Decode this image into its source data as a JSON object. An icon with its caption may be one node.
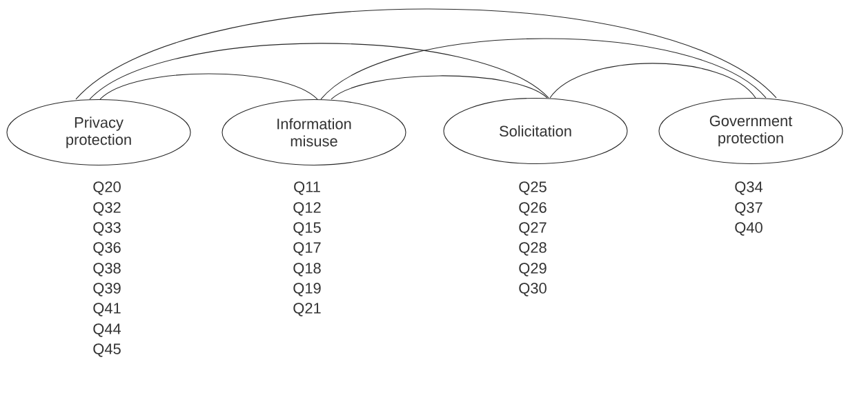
{
  "diagram": {
    "nodes": [
      {
        "text": [
          "Privacy protection"
        ],
        "beside": [
          "Q20",
          "Q32",
          "Q33",
          "Q36",
          "Q38",
          "Q39",
          "Q41",
          "Q44",
          "Q45"
        ]
      },
      {
        "text": [
          "Information misuse"
        ],
        "beside": [
          "Q11",
          "Q12",
          "Q15",
          "Q17",
          "Q18",
          "Q19",
          "Q21"
        ]
      },
      {
        "text": [
          "Solicitation"
        ],
        "beside": [
          "Q25",
          "Q26",
          "Q27",
          "Q28",
          "Q29",
          "Q30"
        ]
      },
      {
        "text": [
          "Government protection"
        ],
        "beside": [
          "Q34",
          "Q37",
          "Q40"
        ]
      }
    ],
    "edges": [
      {
        "from": 0,
        "to": 1,
        "arrow": "none"
      },
      {
        "from": 0,
        "to": 2,
        "arrow": "none"
      },
      {
        "from": 0,
        "to": 3,
        "arrow": "none"
      },
      {
        "from": 1,
        "to": 2,
        "arrow": "none"
      },
      {
        "from": 1,
        "to": 3,
        "arrow": "none"
      },
      {
        "from": 2,
        "to": 3,
        "arrow": "none"
      }
    ]
  }
}
